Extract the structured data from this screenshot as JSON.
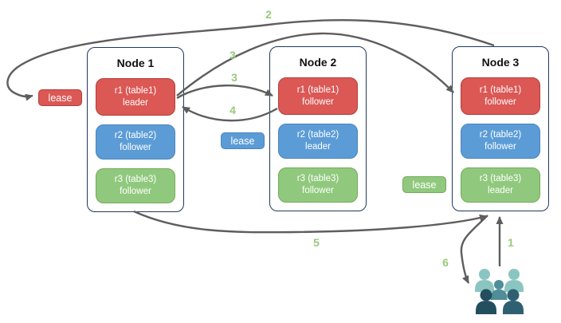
{
  "nodes": [
    {
      "title": "Node 1",
      "replicas": [
        {
          "name": "r1 (table1)",
          "role": "leader",
          "color": "red"
        },
        {
          "name": "r2 (table2)",
          "role": "follower",
          "color": "blue"
        },
        {
          "name": "r3 (table3)",
          "role": "follower",
          "color": "green"
        }
      ]
    },
    {
      "title": "Node 2",
      "replicas": [
        {
          "name": "r1 (table1)",
          "role": "follower",
          "color": "red"
        },
        {
          "name": "r2 (table2)",
          "role": "leader",
          "color": "blue"
        },
        {
          "name": "r3 (table3)",
          "role": "follower",
          "color": "green"
        }
      ]
    },
    {
      "title": "Node 3",
      "replicas": [
        {
          "name": "r1 (table1)",
          "role": "follower",
          "color": "red"
        },
        {
          "name": "r2 (table2)",
          "role": "follower",
          "color": "blue"
        },
        {
          "name": "r3 (table3)",
          "role": "leader",
          "color": "green"
        }
      ]
    }
  ],
  "leases": [
    {
      "label": "lease",
      "color": "red"
    },
    {
      "label": "lease",
      "color": "blue"
    },
    {
      "label": "lease",
      "color": "green"
    }
  ],
  "steps": {
    "step1": "1",
    "step2": "2",
    "step3a": "3",
    "step3b": "3",
    "step4": "4",
    "step5": "5",
    "step6": "6"
  },
  "icons": {
    "users": "users-group-icon"
  },
  "colors": {
    "replica_red": "#db5855",
    "replica_blue": "#5c9cd6",
    "replica_green": "#90c97d",
    "node_border": "#21395c",
    "arrow_gray": "#5e5e5e",
    "step_label_green": "#97ca7b",
    "users_light_teal": "#8bc5c1",
    "users_medium_teal": "#4f8d99",
    "users_dark_left": "#224e5e",
    "users_dark_right": "#2e6072"
  }
}
